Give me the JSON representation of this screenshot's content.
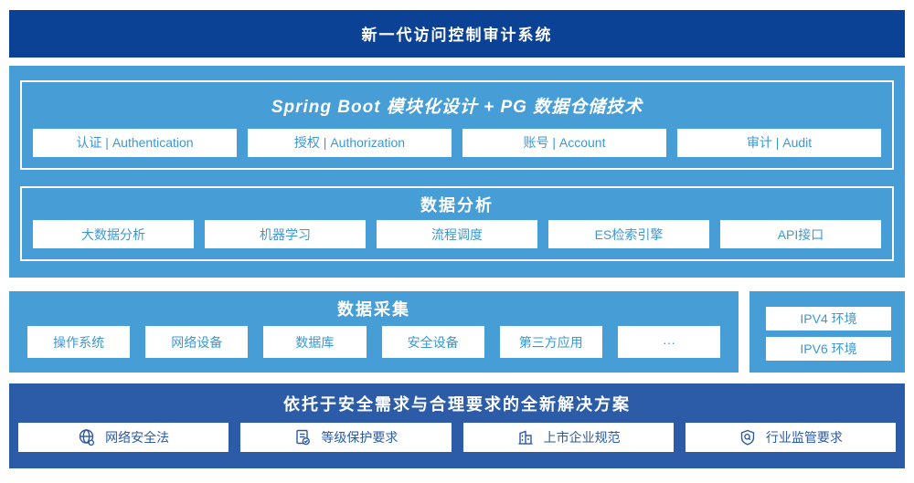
{
  "banner": {
    "title": "新一代访问控制审计系统"
  },
  "platform": {
    "modules_panel": {
      "title": "Spring Boot 模块化设计 + PG 数据仓储技术",
      "items": [
        "认证 | Authentication",
        "授权 | Authorization",
        "账号 | Account",
        "审计 | Audit"
      ]
    },
    "analysis_panel": {
      "title": "数据分析",
      "items": [
        "大数据分析",
        "机器学习",
        "流程调度",
        "ES检索引擎",
        "API接口"
      ]
    }
  },
  "collection": {
    "title": "数据采集",
    "items": [
      "操作系统",
      "网络设备",
      "数据库",
      "安全设备",
      "第三方应用",
      "···"
    ]
  },
  "network_env": {
    "items": [
      "IPV4 环境",
      "IPV6 环境"
    ]
  },
  "solution": {
    "title": "依托于安全需求与合理要求的全新解决方案",
    "items": [
      {
        "icon": "globe-icon",
        "label": "网络安全法"
      },
      {
        "icon": "document-check-icon",
        "label": "等级保护要求"
      },
      {
        "icon": "building-icon",
        "label": "上市企业规范"
      },
      {
        "icon": "shield-search-icon",
        "label": "行业监管要求"
      }
    ]
  },
  "colors": {
    "banner_bg": "#0c4295",
    "section_light_blue": "#479dd6",
    "solution_bg": "#2c5ca7",
    "box_text_light": "#3e97d5",
    "box_text_dark": "#2b5aa6"
  }
}
